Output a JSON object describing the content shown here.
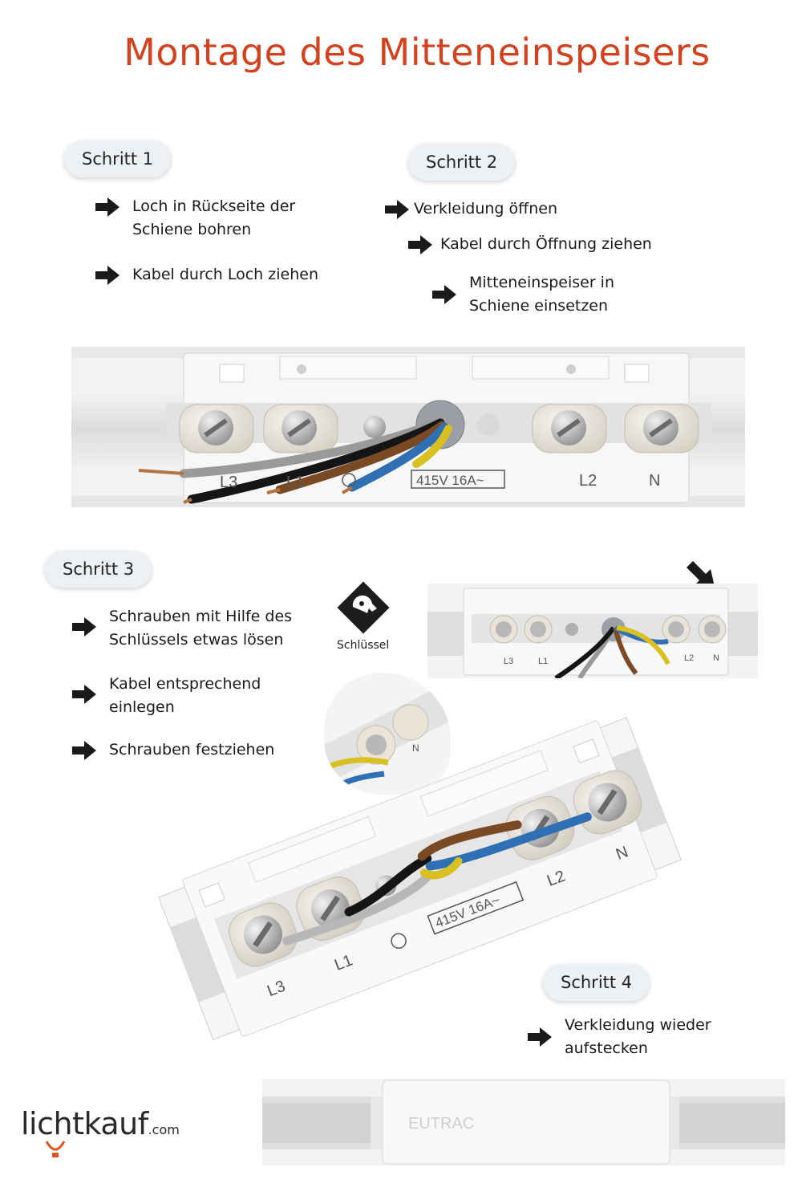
{
  "title": "Montage des Mitteneinspeisers",
  "steps": [
    {
      "label": "Schritt 1",
      "items": [
        "Loch in Rückseite der Schiene bohren",
        "Kabel durch Loch ziehen"
      ]
    },
    {
      "label": "Schritt 2",
      "items": [
        "Verkleidung öffnen",
        "Kabel durch Öffnung ziehen",
        "Mitteneinspeiser in Schiene einsetzen"
      ]
    },
    {
      "label": "Schritt 3",
      "items": [
        "Schrauben mit Hilfe des Schlüssels etwas lösen",
        "Kabel entsprechend einlegen",
        "Schrauben festziehen"
      ]
    },
    {
      "label": "Schritt 4",
      "items": [
        "Verkleidung wieder aufstecken"
      ]
    }
  ],
  "key_caption": "Schlüssel",
  "rail_labels": {
    "l3": "L3",
    "l1": "L1",
    "l2": "L2",
    "n": "N",
    "rating": "415V  16A~"
  },
  "cover_label": "EUTRAC",
  "logo": {
    "main": "lichtkauf",
    "suffix": ".com"
  },
  "colors": {
    "title": "#d2421f",
    "wire_brown": "#7a4a24",
    "wire_black": "#151515",
    "wire_blue": "#2f6fb4",
    "wire_grey": "#9a9a9a",
    "wire_yellow": "#d8c020"
  }
}
